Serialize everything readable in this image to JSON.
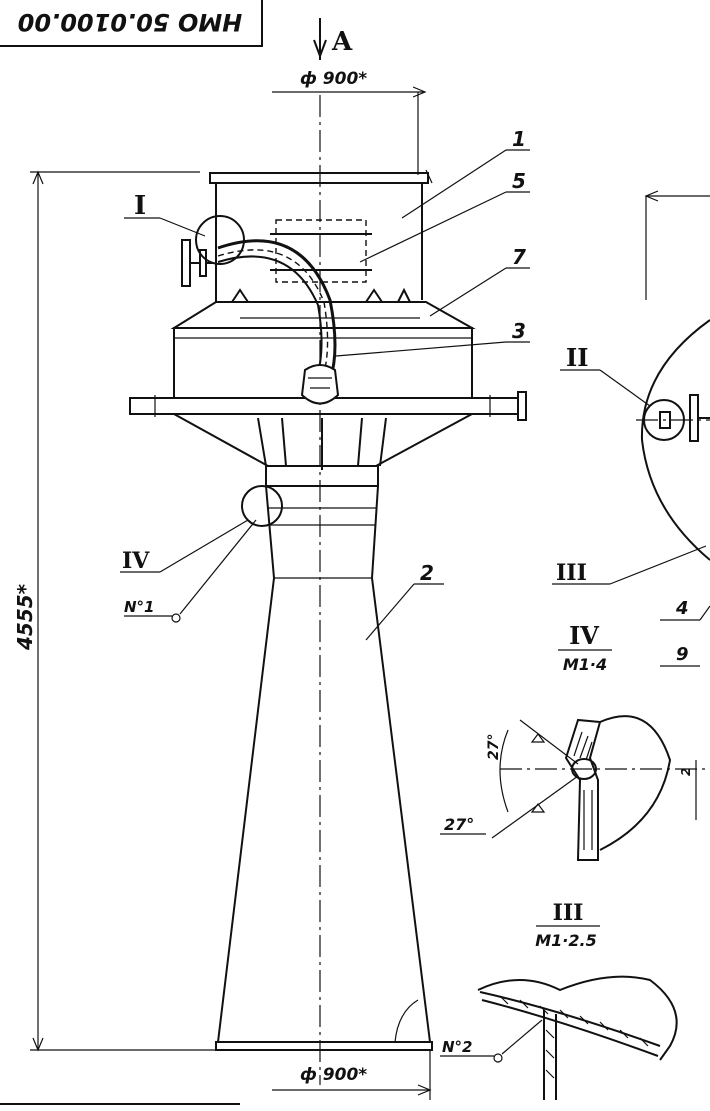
{
  "title_block": {
    "doc_code": "НМО 50.0100.00"
  },
  "view_label": "A",
  "dimensions": {
    "top_diameter": "ф 900*",
    "bottom_diameter": "ф 900*",
    "overall_height": "4555*",
    "angle_upper": "27°",
    "angle_lower": "27°",
    "weld_gap": "2"
  },
  "part_numbers": [
    "1",
    "5",
    "7",
    "3",
    "2",
    "4",
    "9"
  ],
  "detail_labels": {
    "I": "I",
    "II": "II",
    "III": "III",
    "IV": "IV"
  },
  "weld_marks": {
    "n1": "N°1",
    "n2": "N°2"
  },
  "details": {
    "iv_title": "IV",
    "iv_scale": "M1·4",
    "iii_title": "III",
    "iii_scale": "M1·2.5"
  }
}
